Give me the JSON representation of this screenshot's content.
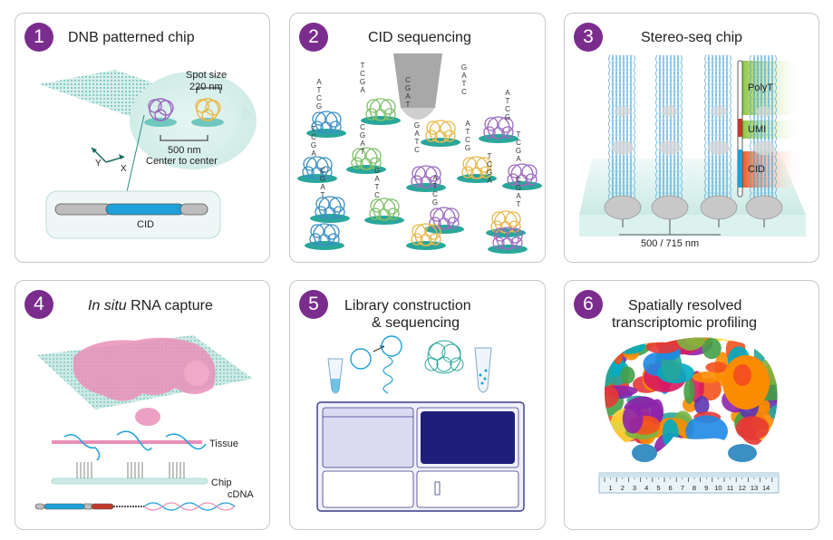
{
  "panels": [
    {
      "number": "1",
      "title": "DNB patterned chip"
    },
    {
      "number": "2",
      "title": "CID sequencing"
    },
    {
      "number": "3",
      "title": "Stereo-seq chip"
    },
    {
      "number": "4",
      "title_italic": "In situ",
      "title_rest": " RNA capture"
    },
    {
      "number": "5",
      "title_line1": "Library construction",
      "title_line2": "& sequencing"
    },
    {
      "number": "6",
      "title_line1": "Spatially resolved",
      "title_line2": "transcriptomic profiling"
    }
  ],
  "panel1": {
    "spot_size_label": "Spot size",
    "spot_size_value": "220 nm",
    "spacing_value": "500 nm",
    "spacing_label": "Center to center",
    "axis_x": "X",
    "axis_y": "Y",
    "cid_label": "CID"
  },
  "panel2": {
    "bases": [
      "A",
      "T",
      "C",
      "G"
    ]
  },
  "panel3": {
    "segments": [
      "PolyT",
      "UMI",
      "CID"
    ],
    "pitch_label": "500 / 715 nm"
  },
  "panel4": {
    "tissue_label": "Tissue",
    "chip_label": "Chip",
    "cdna_label": "cDNA"
  },
  "panel6": {
    "ruler_ticks": [
      "1",
      "2",
      "3",
      "4",
      "5",
      "6",
      "7",
      "8",
      "9",
      "10",
      "11",
      "12",
      "13",
      "14"
    ]
  },
  "colors": {
    "badge": "#7b2d8e",
    "chip_teal": "#6fc7c0",
    "dnb_purple": "#9b6bbf",
    "dnb_yellow": "#e8b84a",
    "dnb_blue": "#3a8fc4",
    "dnb_green": "#7fbf6a",
    "cid_blue": "#1ea0d8",
    "polyT_green": "#8cc63f",
    "umi_red": "#c0392b",
    "cid_orange": "#f15a24",
    "flowcell_navy": "#1f1f7a",
    "tissue_pink": "#e98fb8"
  }
}
